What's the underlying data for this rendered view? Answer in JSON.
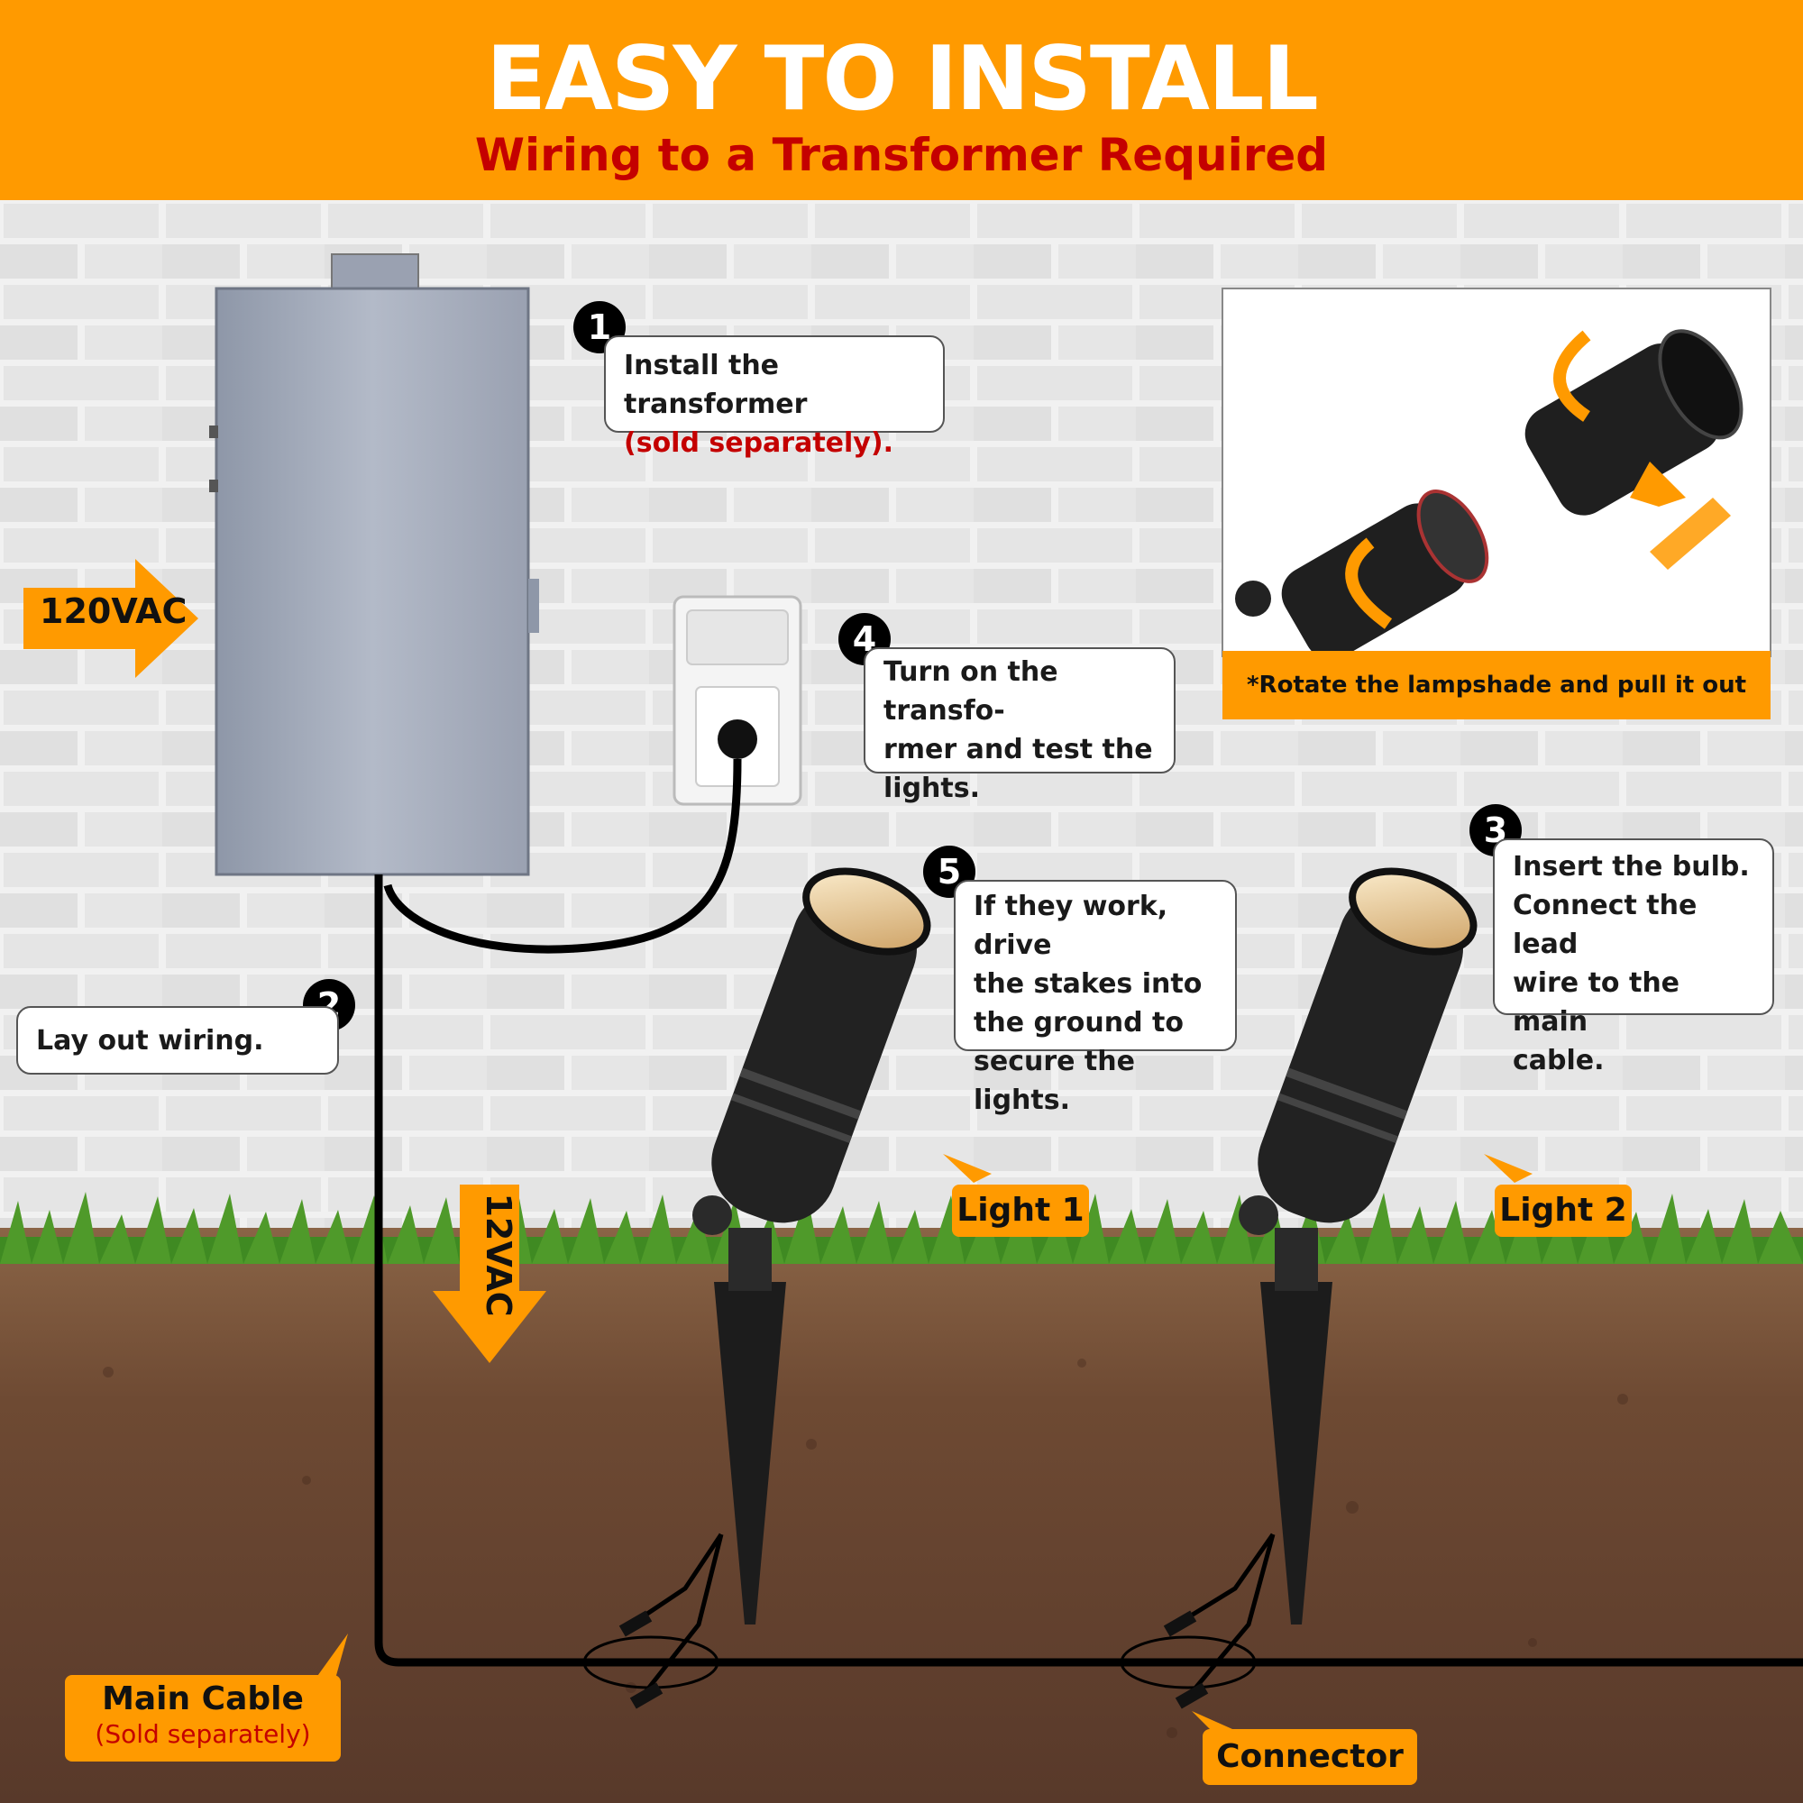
{
  "header": {
    "title": "EASY TO INSTALL",
    "subtitle": "Wiring to a Transformer Required"
  },
  "colors": {
    "accent": "#ff9a00",
    "subtitle": "#c40000",
    "ink": "#111111"
  },
  "steps": [
    {
      "number": "1",
      "line1": "Install the transformer",
      "line2": "(sold separately)."
    },
    {
      "number": "2",
      "text": "Lay out wiring."
    },
    {
      "number": "3",
      "line1": "Insert the bulb.",
      "line2": "Connect the lead",
      "line3": "wire to the main",
      "line4": "cable."
    },
    {
      "number": "4",
      "line1": "Turn on the transfo-",
      "line2": "rmer and test the",
      "line3": "lights."
    },
    {
      "number": "5",
      "line1": "If they work, drive",
      "line2": "the stakes into",
      "line3": "the ground to",
      "line4": "secure the lights."
    }
  ],
  "labels": {
    "input_voltage": "120VAC",
    "output_voltage": "12VAC",
    "light1": "Light 1",
    "light2": "Light 2",
    "main_cable": "Main Cable",
    "main_cable_note": "(Sold separately)",
    "connector": "Connector"
  },
  "inset": {
    "caption": "*Rotate the lampshade and pull it out"
  }
}
